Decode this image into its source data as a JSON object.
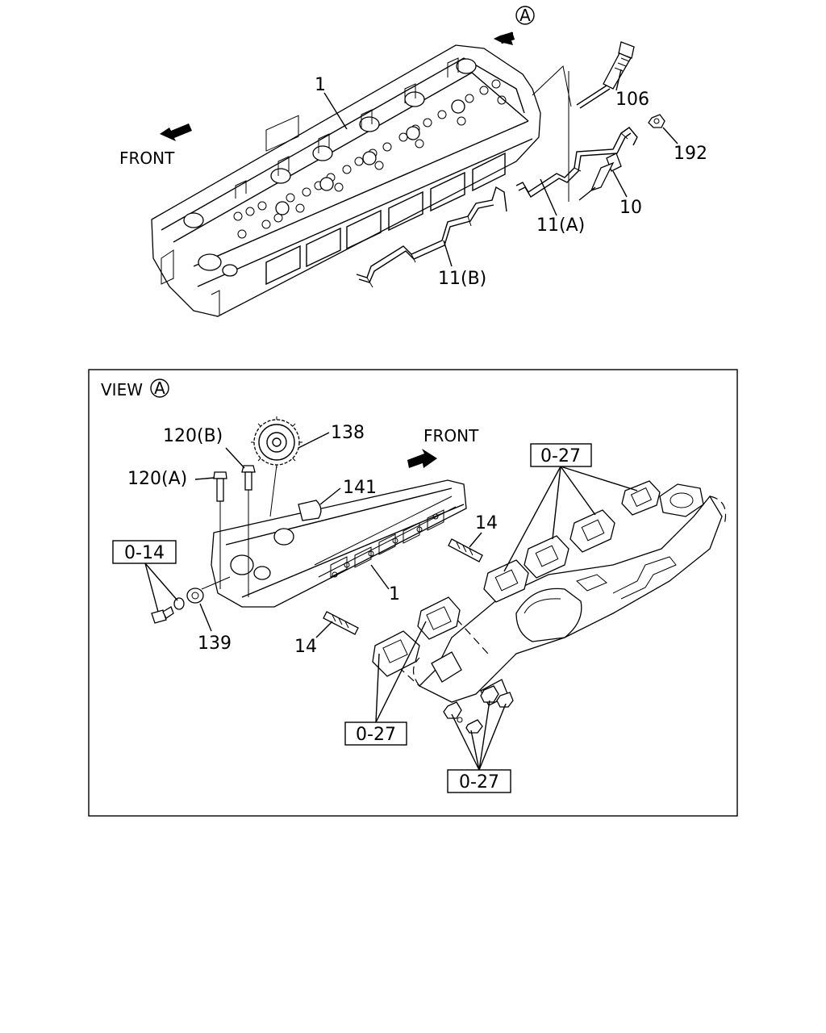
{
  "top": {
    "view_marker": "A",
    "front_label": "FRONT",
    "callouts": {
      "head": "1",
      "p106": "106",
      "p192": "192",
      "p10": "10",
      "p11a": "11(A)",
      "p11b": "11(B)"
    }
  },
  "bottom": {
    "view_label": "VIEW",
    "view_marker": "A",
    "front_label": "FRONT",
    "callouts": {
      "p138": "138",
      "p120b": "120(B)",
      "p120a": "120(A)",
      "p141": "141",
      "p14_right": "14",
      "p14_left": "14",
      "p1": "1",
      "p139": "139"
    },
    "ref_boxes": {
      "ref_014": "0-14",
      "ref_027_top": "0-27",
      "ref_027_left": "0-27",
      "ref_027_bottom": "0-27"
    }
  }
}
